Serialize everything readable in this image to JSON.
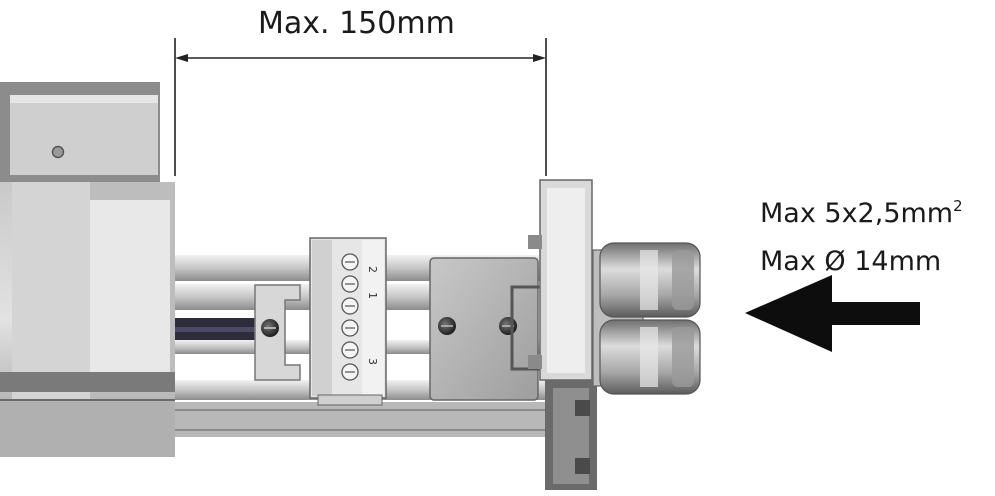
{
  "dimension": {
    "label": "Max. 150mm"
  },
  "cable_spec": {
    "cross_section": "Max 5x2,5mm",
    "cross_section_sup": "2",
    "diameter": "Max Ø 14mm"
  },
  "terminal_block": {
    "numbers": [
      "2",
      "1",
      "3"
    ]
  }
}
